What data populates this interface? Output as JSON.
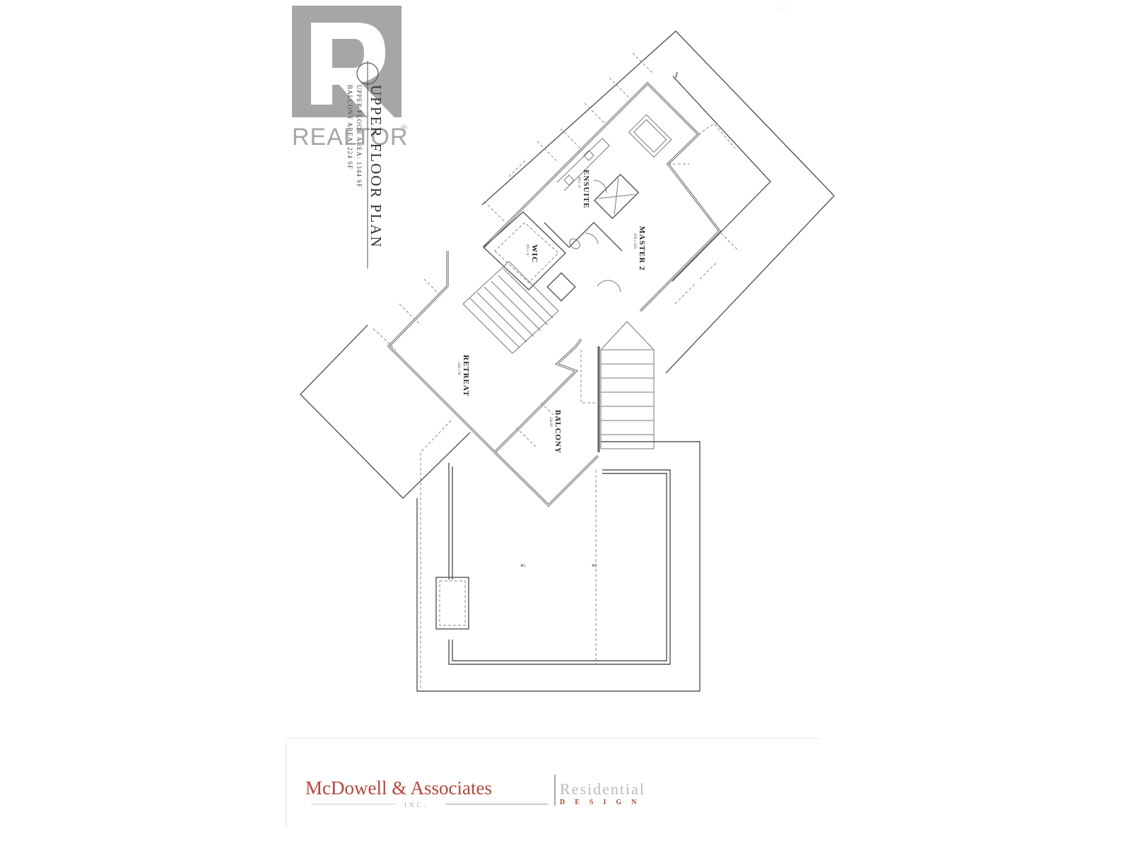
{
  "watermark": {
    "brand": "REALTOR",
    "registered_mark": "®",
    "logo_letter": "R",
    "color": "#a6a6a6"
  },
  "plan": {
    "title": "UPPER FLOOR PLAN",
    "notes": [
      "UPPER FLOOR AREA: 1344 SF",
      "BALCONY AREA: 224 SF"
    ],
    "rooms": [
      {
        "name": "MASTER 2",
        "dims": "20'6 x 12'6"
      },
      {
        "name": "ENSUITE",
        "dims": "9'6 x 11'"
      },
      {
        "name": "WIC",
        "dims": "9'6 x 11'"
      },
      {
        "name": "RETREAT",
        "dims": "14'4 x 16'"
      },
      {
        "name": "BALCONY",
        "dims": "224 SF"
      }
    ]
  },
  "footer": {
    "company": "McDowell & Associates",
    "company_suffix": "INC.",
    "division_top": "Residential",
    "division_bottom": "DESIGN",
    "accent_color": "#b5473a",
    "muted_color": "#bbbbbb"
  },
  "corner_mark": "- - -"
}
